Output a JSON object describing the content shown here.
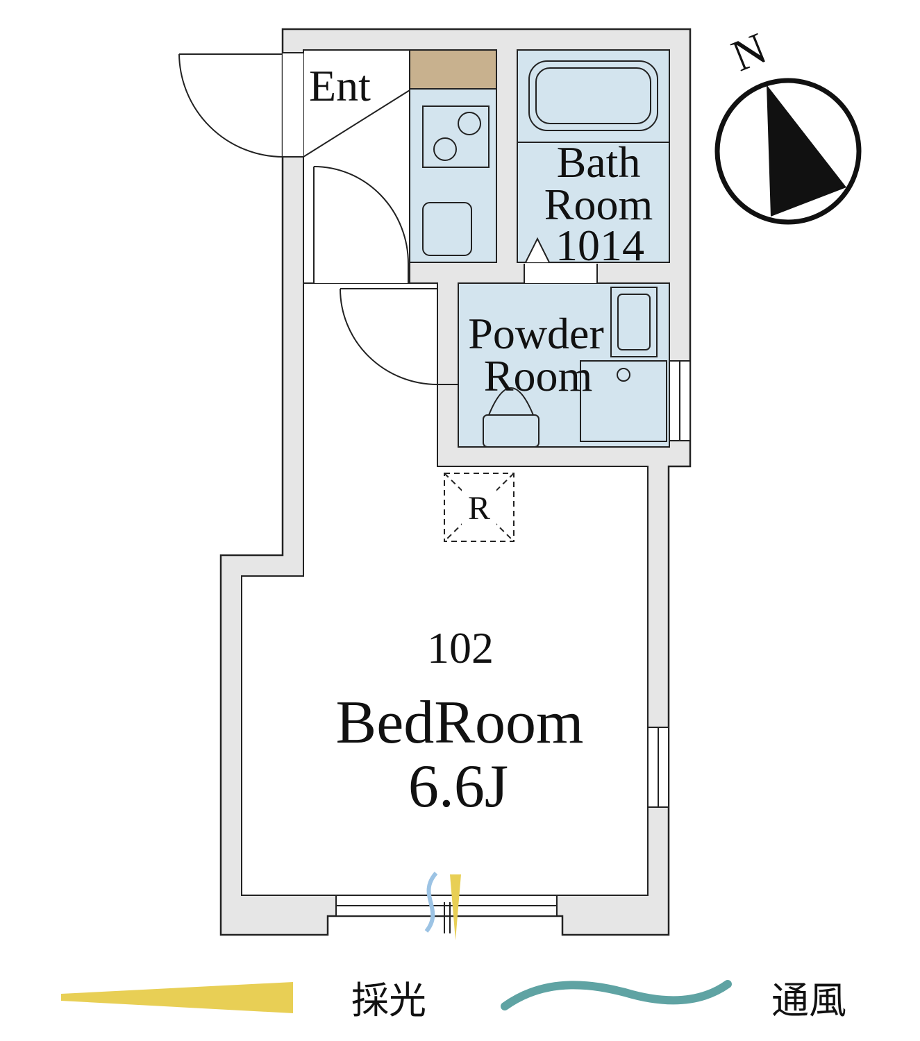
{
  "rooms": {
    "entrance_label": "Ent",
    "bath_line1": "Bath",
    "bath_line2": "Room",
    "bath_size": "1014",
    "powder_line1": "Powder",
    "powder_line2": "Room",
    "fridge_label": "R",
    "unit_number": "102",
    "bedroom_label": "BedRoom",
    "bedroom_size": "6.6J"
  },
  "compass": {
    "north_label": "N"
  },
  "legend": {
    "light_label": "採光",
    "wind_label": "通風",
    "light_color": "#e8cf55",
    "wind_color": "#5fa3a3"
  },
  "colors": {
    "wall": "#e6e6e6",
    "wet_area": "#d3e4ee",
    "counter": "#c8b18e"
  }
}
